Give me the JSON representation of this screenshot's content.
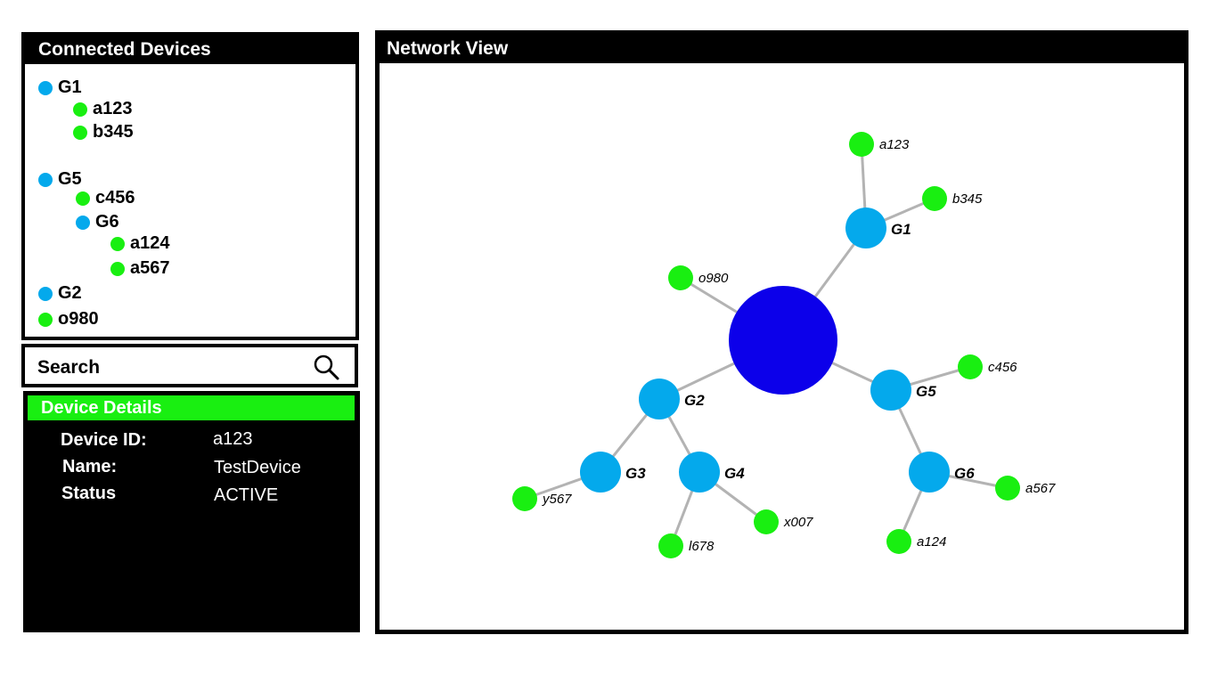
{
  "colors": {
    "gateway": "#04a9ec",
    "device": "#19ef11",
    "hub": "#0c00ea",
    "edge": "#b3b3b3"
  },
  "devices_panel": {
    "title": "Connected Devices",
    "items": [
      {
        "id": "G1",
        "type": "gateway"
      },
      {
        "id": "a123",
        "type": "device"
      },
      {
        "id": "b345",
        "type": "device"
      },
      {
        "id": "G5",
        "type": "gateway"
      },
      {
        "id": "c456",
        "type": "device"
      },
      {
        "id": "G6",
        "type": "gateway"
      },
      {
        "id": "a124",
        "type": "device"
      },
      {
        "id": "a567",
        "type": "device"
      },
      {
        "id": "G2",
        "type": "gateway"
      },
      {
        "id": "o980",
        "type": "device"
      }
    ]
  },
  "search": {
    "placeholder": "Search",
    "icon": "search-icon"
  },
  "details": {
    "title": "Device Details",
    "fields": [
      {
        "label": "Device ID:",
        "value": "a123"
      },
      {
        "label": "Name:",
        "value": "TestDevice"
      },
      {
        "label": "Status",
        "value": "ACTIVE"
      }
    ]
  },
  "network": {
    "title": "Network View",
    "nodes": [
      {
        "id": "hub",
        "type": "hub",
        "label": ""
      },
      {
        "id": "G1",
        "type": "gateway",
        "label": "G1"
      },
      {
        "id": "G2",
        "type": "gateway",
        "label": "G2"
      },
      {
        "id": "G3",
        "type": "gateway",
        "label": "G3"
      },
      {
        "id": "G4",
        "type": "gateway",
        "label": "G4"
      },
      {
        "id": "G5",
        "type": "gateway",
        "label": "G5"
      },
      {
        "id": "G6",
        "type": "gateway",
        "label": "G6"
      },
      {
        "id": "a123",
        "type": "device",
        "label": "a123"
      },
      {
        "id": "b345",
        "type": "device",
        "label": "b345"
      },
      {
        "id": "o980",
        "type": "device",
        "label": "o980"
      },
      {
        "id": "c456",
        "type": "device",
        "label": "c456"
      },
      {
        "id": "a567",
        "type": "device",
        "label": "a567"
      },
      {
        "id": "a124",
        "type": "device",
        "label": "a124"
      },
      {
        "id": "y567",
        "type": "device",
        "label": "y567"
      },
      {
        "id": "l678",
        "type": "device",
        "label": "l678"
      },
      {
        "id": "x007",
        "type": "device",
        "label": "x007"
      }
    ],
    "edges": [
      [
        "hub",
        "G1"
      ],
      [
        "hub",
        "o980"
      ],
      [
        "hub",
        "G2"
      ],
      [
        "hub",
        "G5"
      ],
      [
        "G1",
        "a123"
      ],
      [
        "G1",
        "b345"
      ],
      [
        "G2",
        "G3"
      ],
      [
        "G2",
        "G4"
      ],
      [
        "G3",
        "y567"
      ],
      [
        "G4",
        "l678"
      ],
      [
        "G4",
        "x007"
      ],
      [
        "G5",
        "c456"
      ],
      [
        "G5",
        "G6"
      ],
      [
        "G6",
        "a567"
      ],
      [
        "G6",
        "a124"
      ]
    ]
  }
}
